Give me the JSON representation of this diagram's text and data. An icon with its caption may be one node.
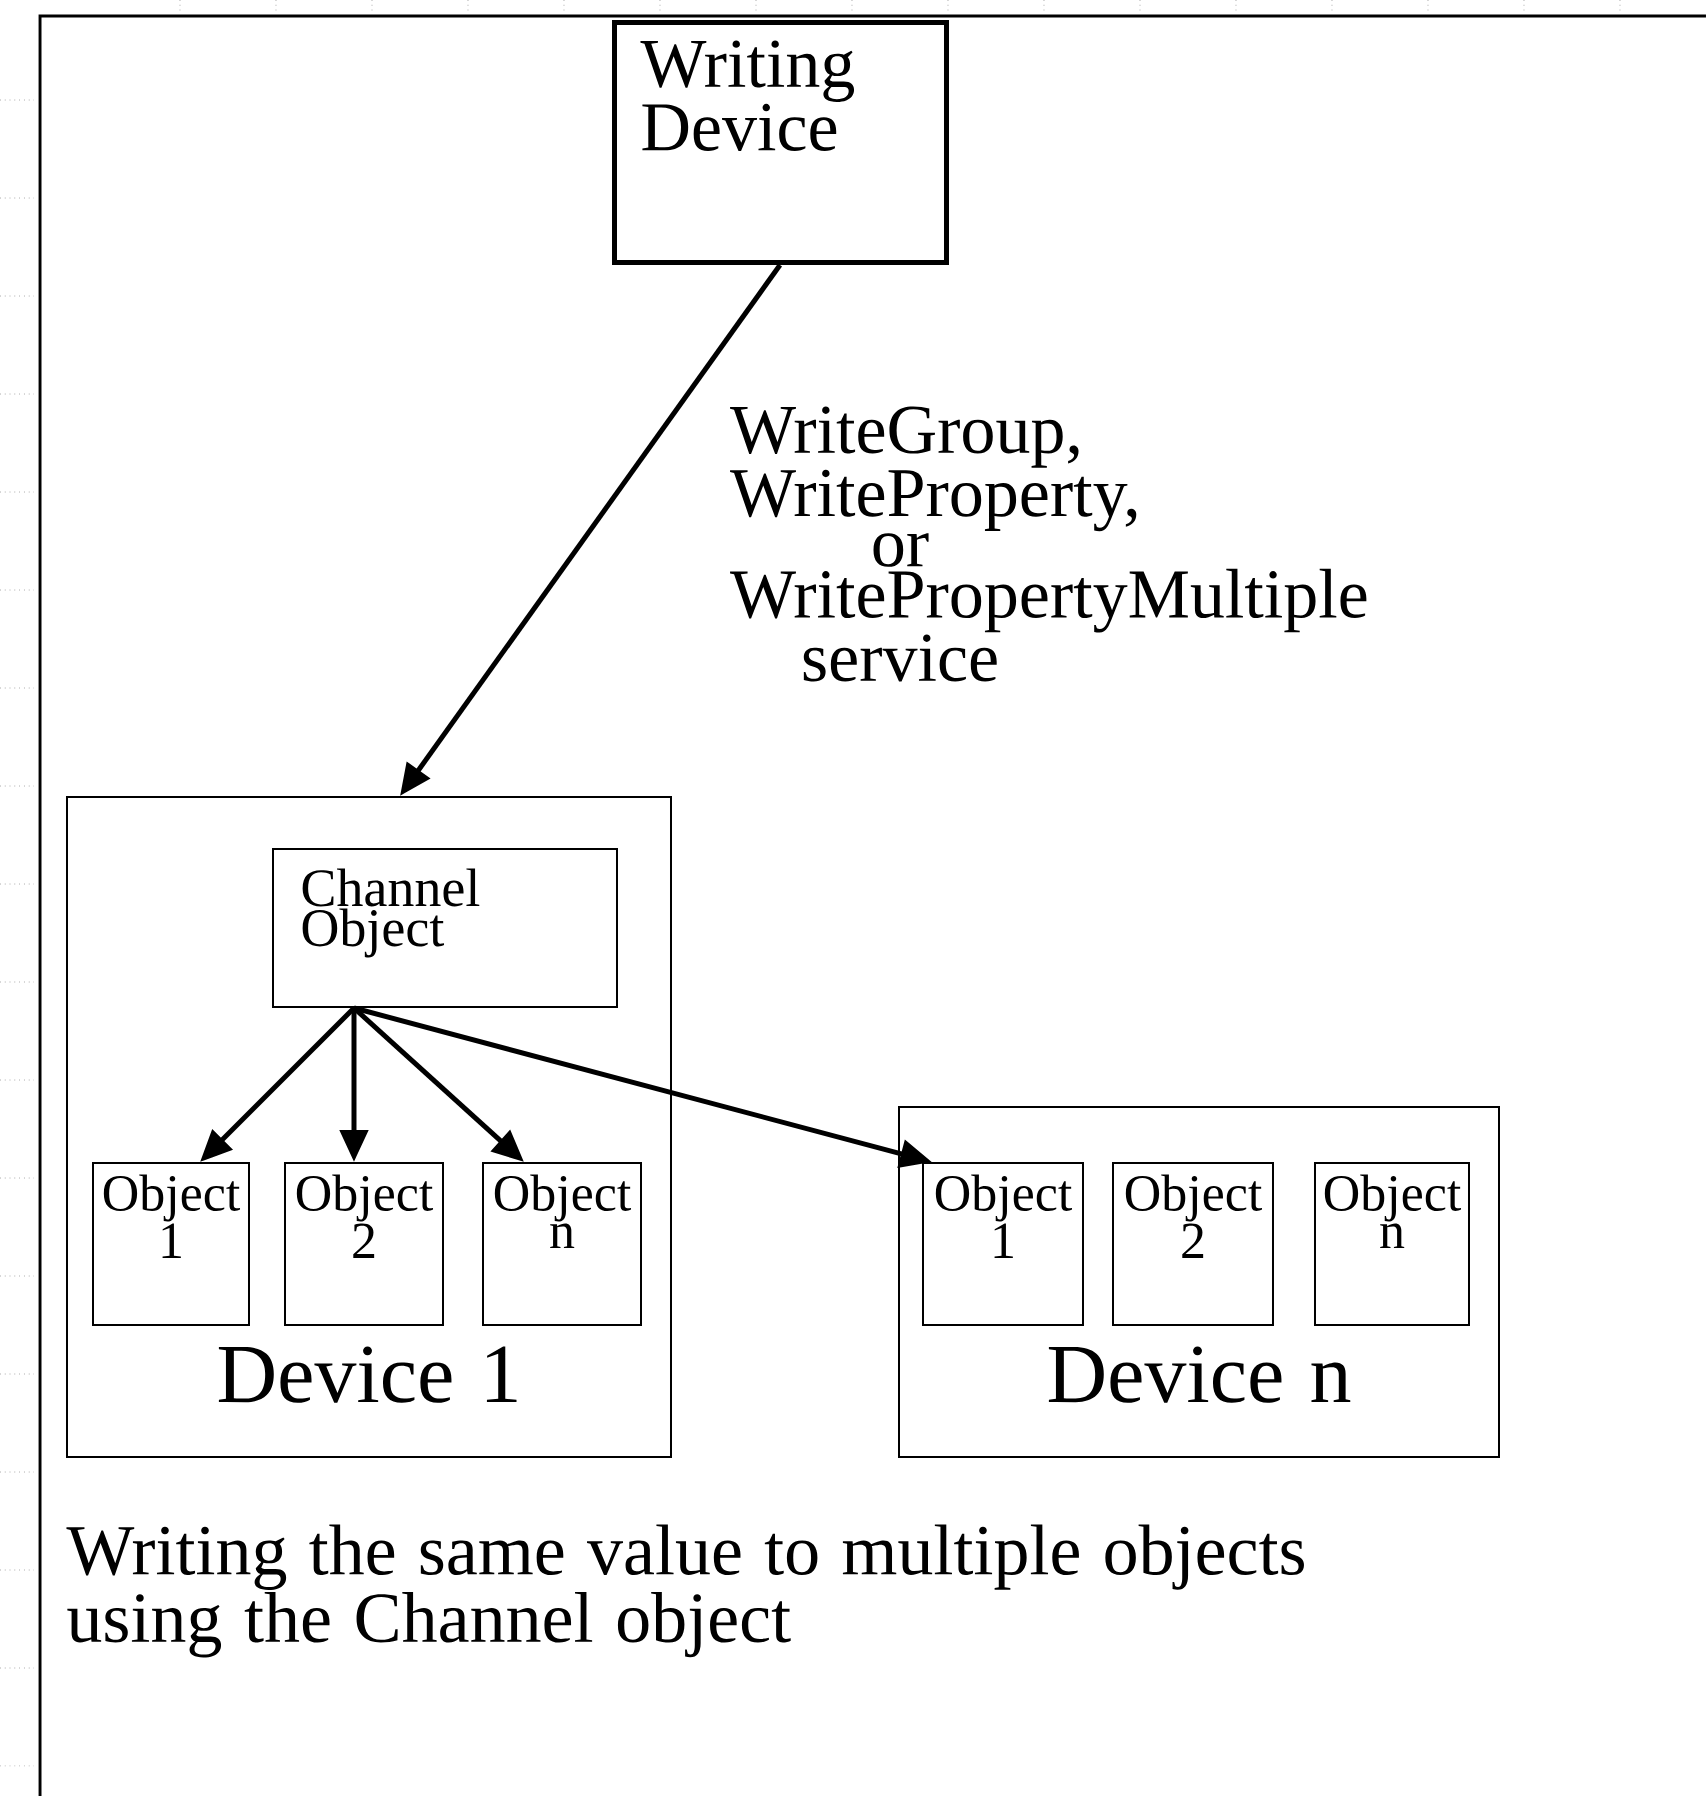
{
  "diagram": {
    "caption": "Writing the same value to multiple objects using the Channel object",
    "nodes": [
      {
        "text": [
          "Writing Device"
        ]
      },
      {
        "text": [
          "Device 1"
        ]
      },
      {
        "text": [
          "Channel Object"
        ],
        "in": 1
      },
      {
        "text": [
          "Object 1"
        ],
        "in": 1
      },
      {
        "text": [
          "Object 2"
        ],
        "in": 1
      },
      {
        "text": [
          "Object n"
        ],
        "in": 1
      },
      {
        "text": [
          "Device n"
        ]
      },
      {
        "text": [
          "Object 1"
        ],
        "in": 6
      },
      {
        "text": [
          "Object 2"
        ],
        "in": 6
      },
      {
        "text": [
          "Object n"
        ],
        "in": 6
      }
    ],
    "edges": [
      {
        "from": 0,
        "to": 1,
        "arrow": "to",
        "label": "WriteGroup, WriteProperty, or WritePropertyMultiple service"
      },
      {
        "from": 2,
        "to": 3,
        "arrow": "to"
      },
      {
        "from": 2,
        "to": 4,
        "arrow": "to"
      },
      {
        "from": 2,
        "to": 5,
        "arrow": "to"
      },
      {
        "from": 2,
        "to": 7,
        "arrow": "to"
      }
    ]
  }
}
